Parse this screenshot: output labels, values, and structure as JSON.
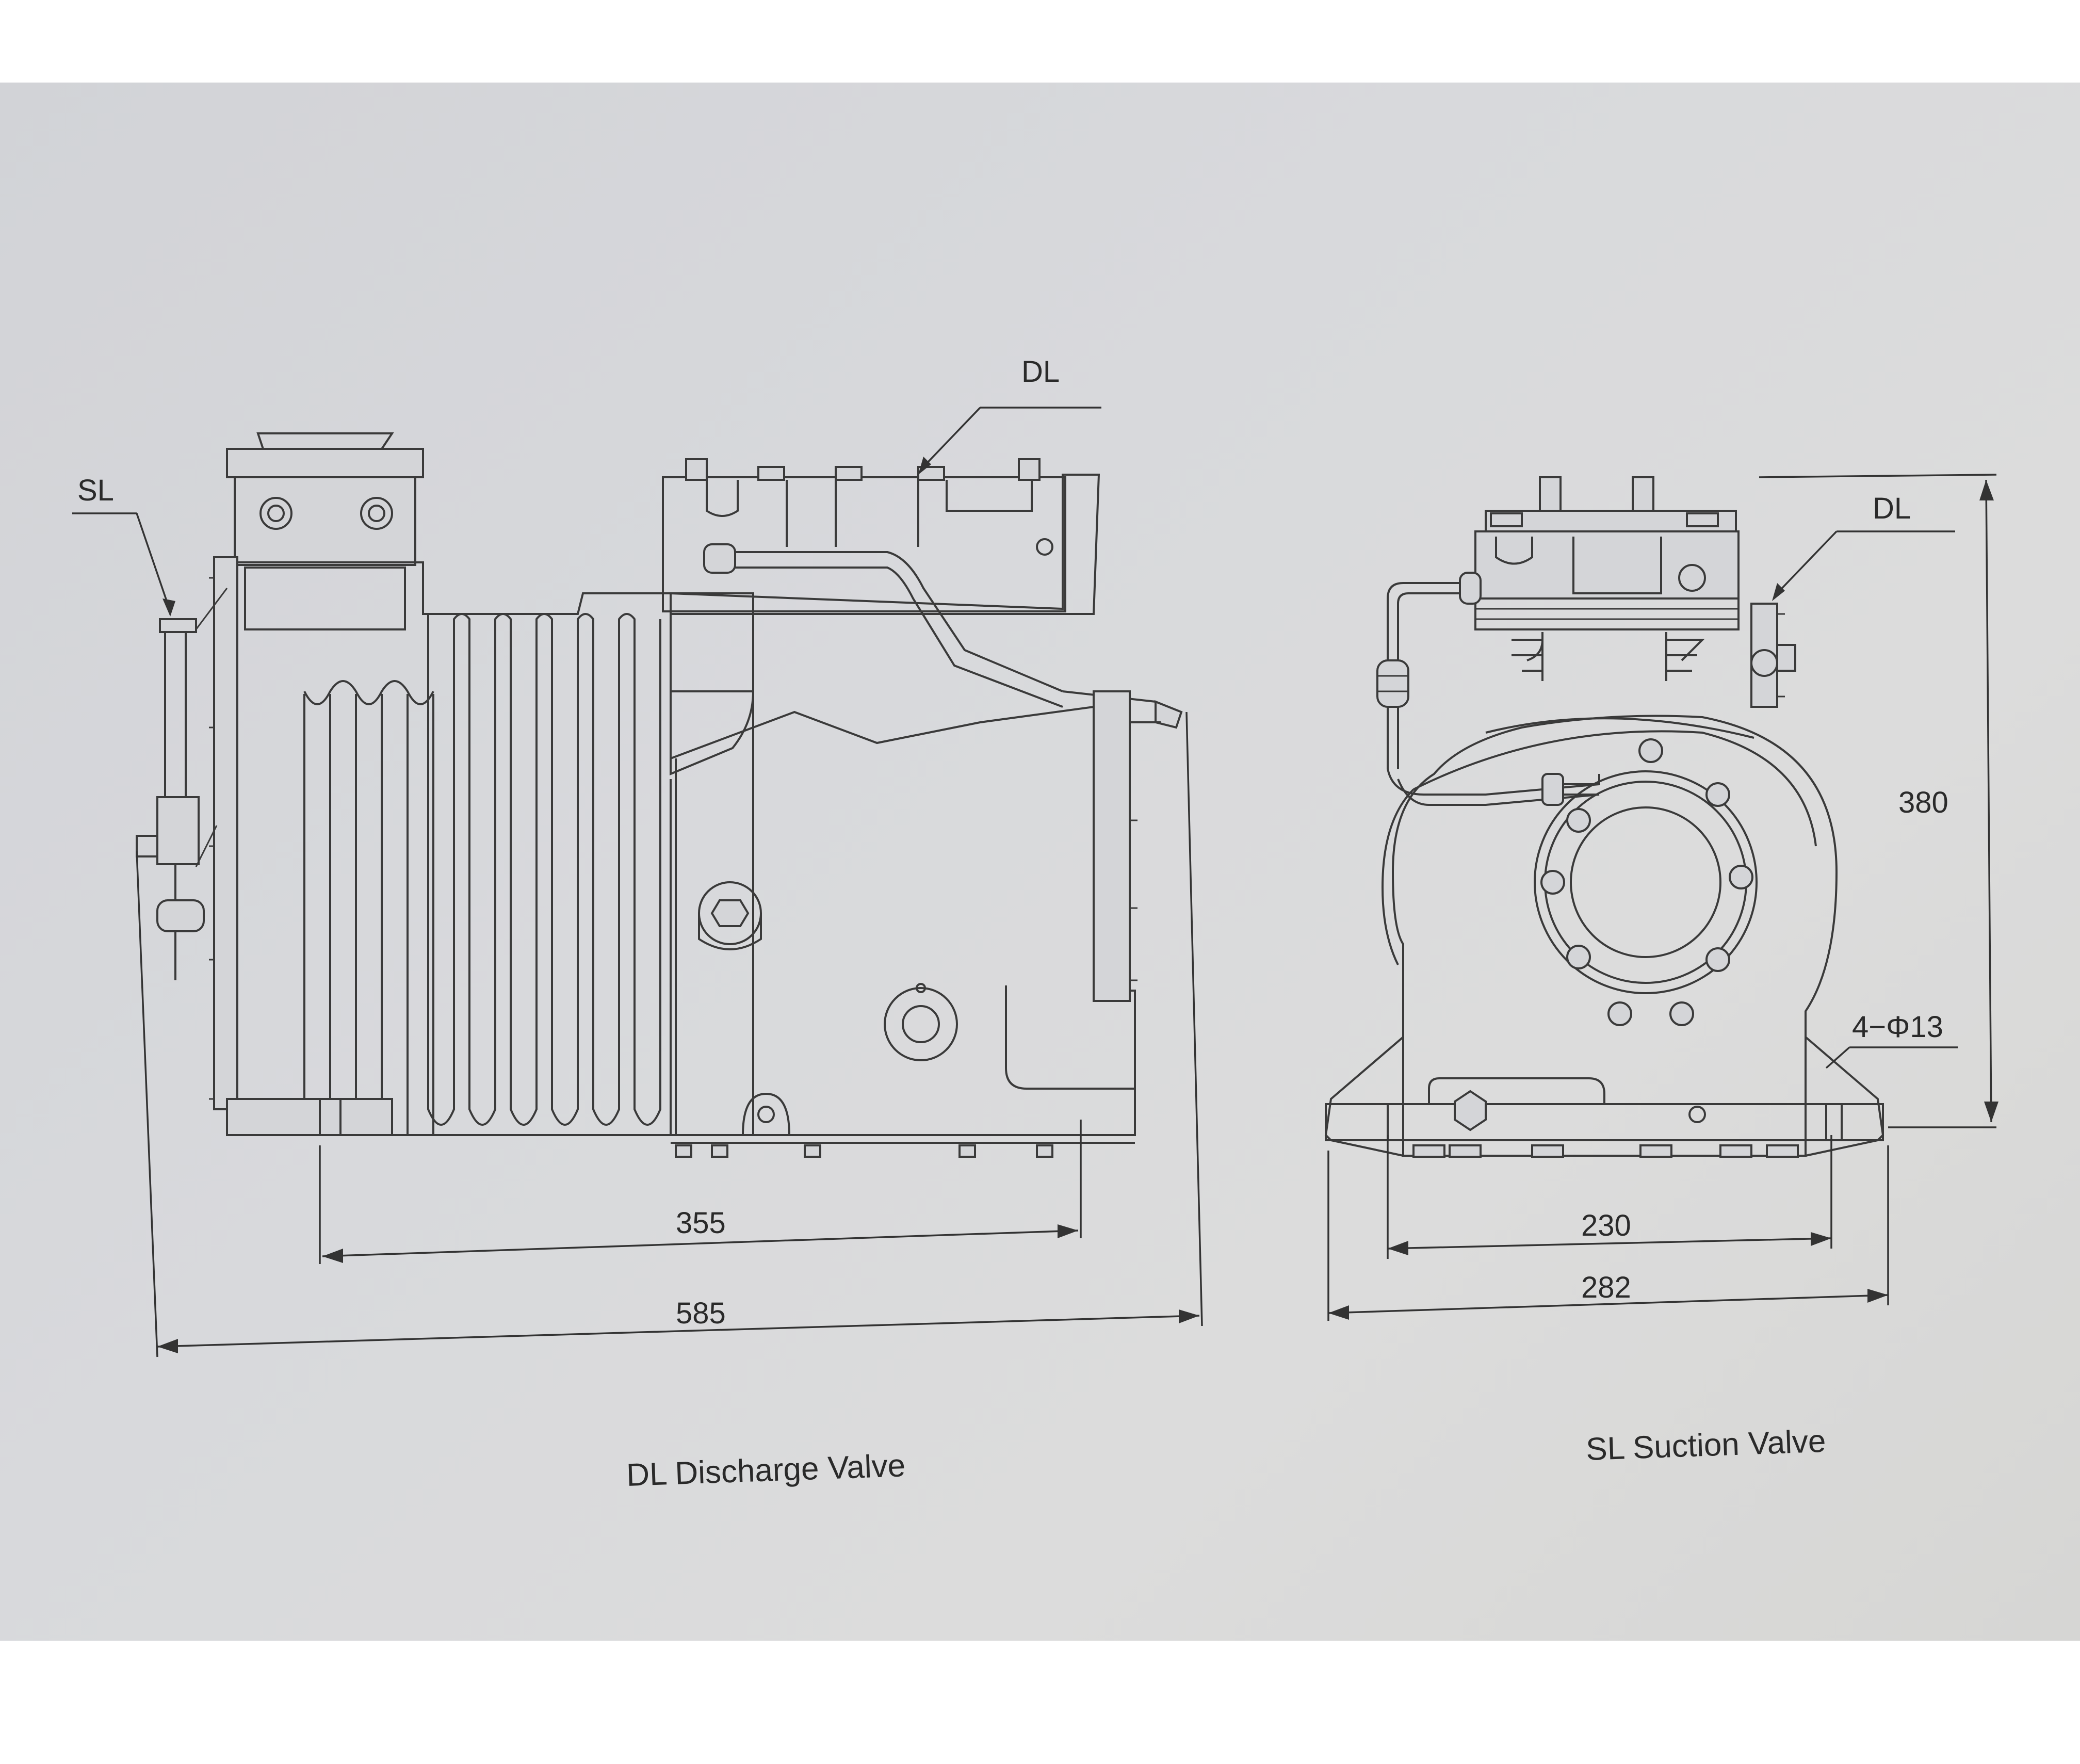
{
  "labels": {
    "sl_left": "SL",
    "dl_side": "DL",
    "dl_front": "DL",
    "holes": "4−Φ13"
  },
  "dimensions": {
    "d355": "355",
    "d585": "585",
    "d230": "230",
    "d282": "282",
    "d380": "380"
  },
  "captions": {
    "discharge": "DL Discharge Valve",
    "suction": "SL Suction Valve"
  }
}
